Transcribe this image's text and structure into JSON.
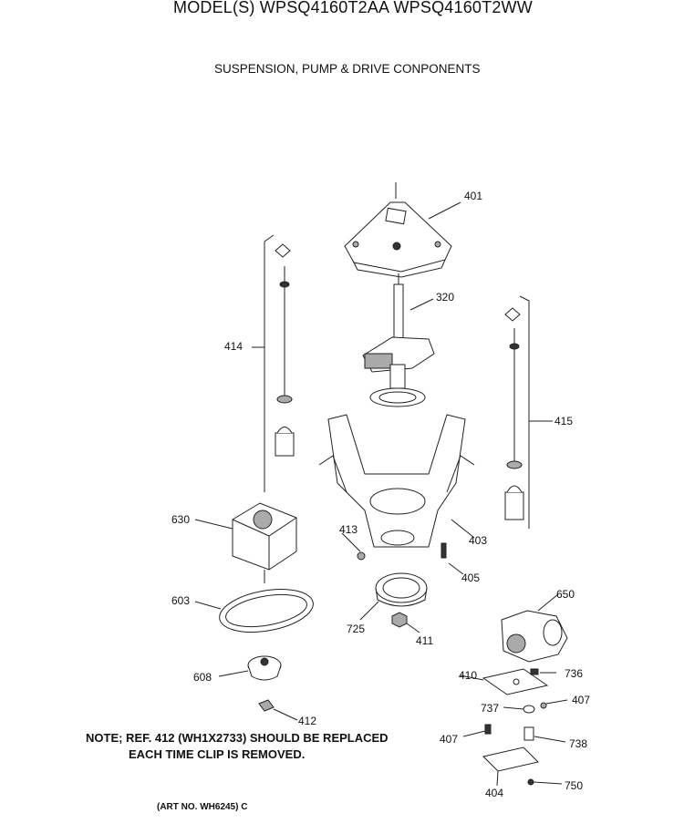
{
  "header": {
    "model_line": "MODEL(S) WPSQ4160T2AA  WPSQ4160T2WW",
    "subtitle": "SUSPENSION, PUMP & DRIVE CONPONENTS"
  },
  "parts": [
    {
      "id": "p401",
      "label": "401"
    },
    {
      "id": "p320",
      "label": "320"
    },
    {
      "id": "p414",
      "label": "414"
    },
    {
      "id": "p415",
      "label": "415"
    },
    {
      "id": "p630",
      "label": "630"
    },
    {
      "id": "p413",
      "label": "413"
    },
    {
      "id": "p403",
      "label": "403"
    },
    {
      "id": "p405",
      "label": "405"
    },
    {
      "id": "p603",
      "label": "603"
    },
    {
      "id": "p650",
      "label": "650"
    },
    {
      "id": "p725",
      "label": "725"
    },
    {
      "id": "p411",
      "label": "411"
    },
    {
      "id": "p608",
      "label": "608"
    },
    {
      "id": "p410",
      "label": "410"
    },
    {
      "id": "p736",
      "label": "736"
    },
    {
      "id": "p737",
      "label": "737"
    },
    {
      "id": "p407a",
      "label": "407"
    },
    {
      "id": "p412",
      "label": "412"
    },
    {
      "id": "p407b",
      "label": "407"
    },
    {
      "id": "p738",
      "label": "738"
    },
    {
      "id": "p404",
      "label": "404"
    },
    {
      "id": "p750",
      "label": "750"
    }
  ],
  "note": {
    "line1": "NOTE; REF. 412 (WH1X2733) SHOULD BE REPLACED",
    "line2": "EACH TIME CLIP IS REMOVED."
  },
  "art_no": "(ART NO. WH6245) C"
}
